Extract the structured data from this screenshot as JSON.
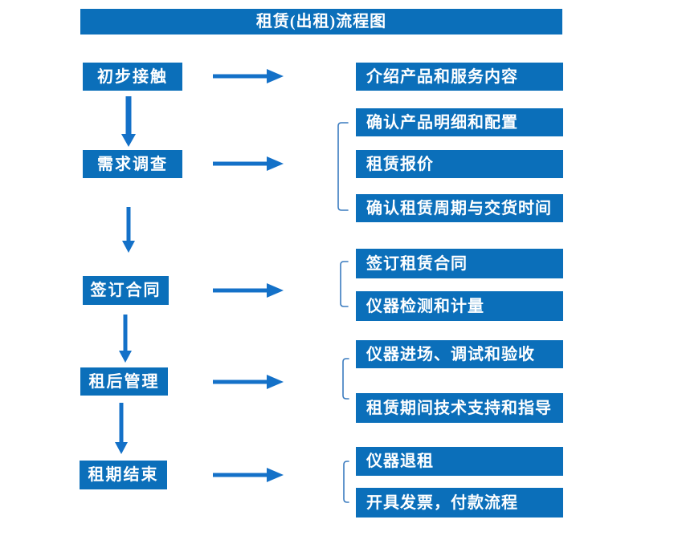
{
  "title": "租赁(出租)流程图",
  "colors": {
    "box": "#0b6fba",
    "arrow": "#1471c8",
    "bracket": "#3a7bbf",
    "text": "#ffffff"
  },
  "stages": [
    {
      "label": "初步接触",
      "details": [
        "介绍产品和服务内容"
      ]
    },
    {
      "label": "需求调查",
      "details": [
        "确认产品明细和配置",
        "租赁报价",
        "确认租赁周期与交货时间"
      ]
    },
    {
      "label": "签订合同",
      "details": [
        "签订租赁合同",
        "仪器检测和计量"
      ]
    },
    {
      "label": "租后管理",
      "details": [
        "仪器进场、调试和验收",
        "租赁期间技术支持和指导"
      ]
    },
    {
      "label": "租期结束",
      "details": [
        "仪器退租",
        "开具发票，付款流程"
      ]
    }
  ]
}
